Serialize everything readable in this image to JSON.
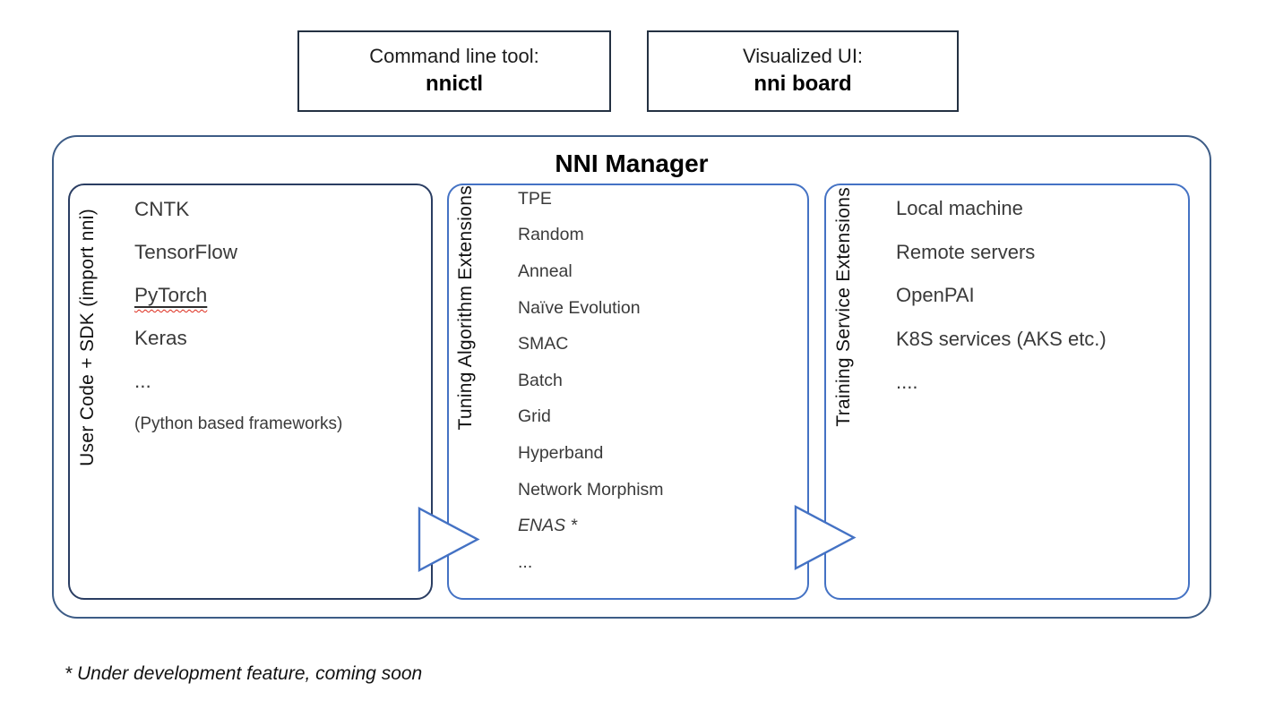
{
  "top_boxes": [
    {
      "label": "Command line tool:",
      "name": "nnictl"
    },
    {
      "label": "Visualized UI:",
      "name": "nni board"
    }
  ],
  "manager": {
    "title": "NNI Manager",
    "columns": [
      {
        "id": "user-code-sdk",
        "label": "User Code + SDK (import nni)",
        "items": [
          {
            "text": "CNTK"
          },
          {
            "text": "TensorFlow"
          },
          {
            "text": "PyTorch",
            "style": "underline-spellcheck"
          },
          {
            "text": "Keras"
          },
          {
            "text": "..."
          },
          {
            "text": "(Python based frameworks)",
            "style": "small"
          }
        ]
      },
      {
        "id": "tuning-algorithm-extensions",
        "label": "Tuning Algorithm Extensions",
        "items": [
          {
            "text": "TPE"
          },
          {
            "text": "Random"
          },
          {
            "text": "Anneal"
          },
          {
            "text": "Naïve Evolution"
          },
          {
            "text": "SMAC"
          },
          {
            "text": "Batch"
          },
          {
            "text": "Grid"
          },
          {
            "text": "Hyperband"
          },
          {
            "text": "Network Morphism"
          },
          {
            "text": "ENAS *",
            "style": "italic"
          },
          {
            "text": "..."
          }
        ]
      },
      {
        "id": "training-service-extensions",
        "label": "Training Service Extensions",
        "items": [
          {
            "text": "Local machine"
          },
          {
            "text": "Remote servers"
          },
          {
            "text": "OpenPAI"
          },
          {
            "text": "K8S services (AKS etc.)"
          },
          {
            "text": "...."
          }
        ]
      }
    ]
  },
  "footnote": "* Under development feature, coming soon",
  "colors": {
    "outer_border": "#3d5c86",
    "top_box_border": "#243142",
    "user_code_border": "#2a3d62",
    "extension_border": "#4472c4",
    "arrow_stroke": "#4472c4",
    "item_text": "#3a3a3a",
    "spellcheck_red": "#dd2b1c"
  }
}
